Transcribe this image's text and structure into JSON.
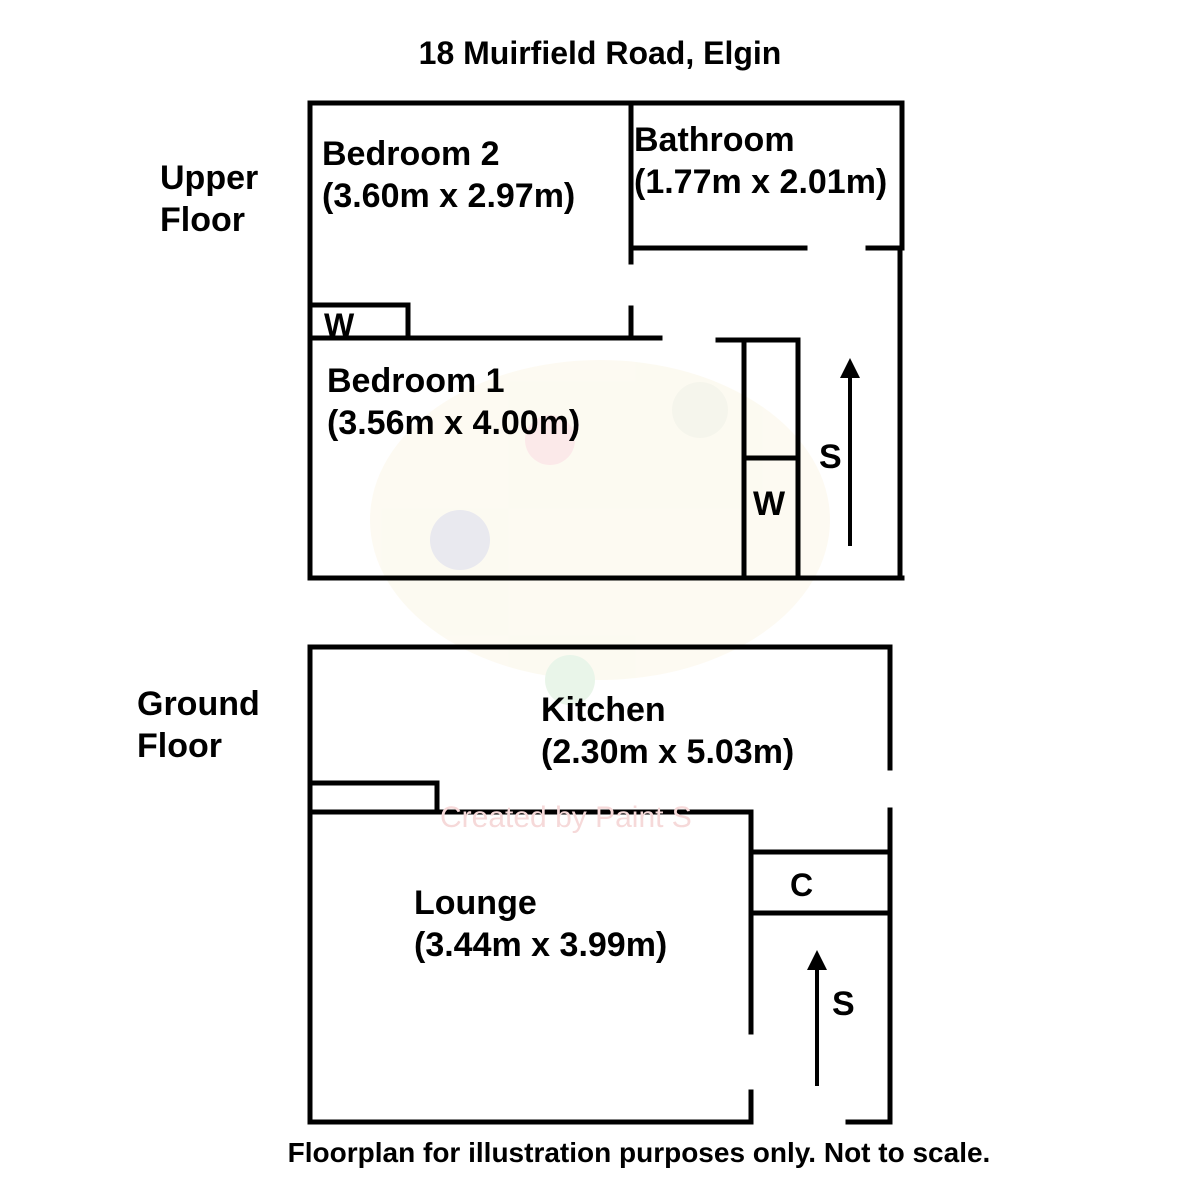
{
  "title": "18 Muirfield Road, Elgin",
  "floors": {
    "upper": {
      "label_line1": "Upper",
      "label_line2": "Floor",
      "rooms": {
        "bedroom2": {
          "name": "Bedroom 2",
          "size": "(3.60m x 2.97m)"
        },
        "bathroom": {
          "name": "Bathroom",
          "size": "(1.77m x 2.01m)"
        },
        "bedroom1": {
          "name": "Bedroom 1",
          "size": "(3.56m x 4.00m)"
        }
      },
      "wardrobe_label_1": "W",
      "wardrobe_label_2": "W",
      "stairs_label": "S"
    },
    "ground": {
      "label_line1": "Ground",
      "label_line2": "Floor",
      "rooms": {
        "kitchen": {
          "name": "Kitchen",
          "size": "(2.30m x 5.03m)"
        },
        "lounge": {
          "name": "Lounge",
          "size": "(3.44m x 3.99m)"
        }
      },
      "cupboard_label": "C",
      "stairs_label": "S"
    }
  },
  "watermark": "Created by Paint S",
  "disclaimer": "Floorplan for illustration purposes only. Not to scale."
}
